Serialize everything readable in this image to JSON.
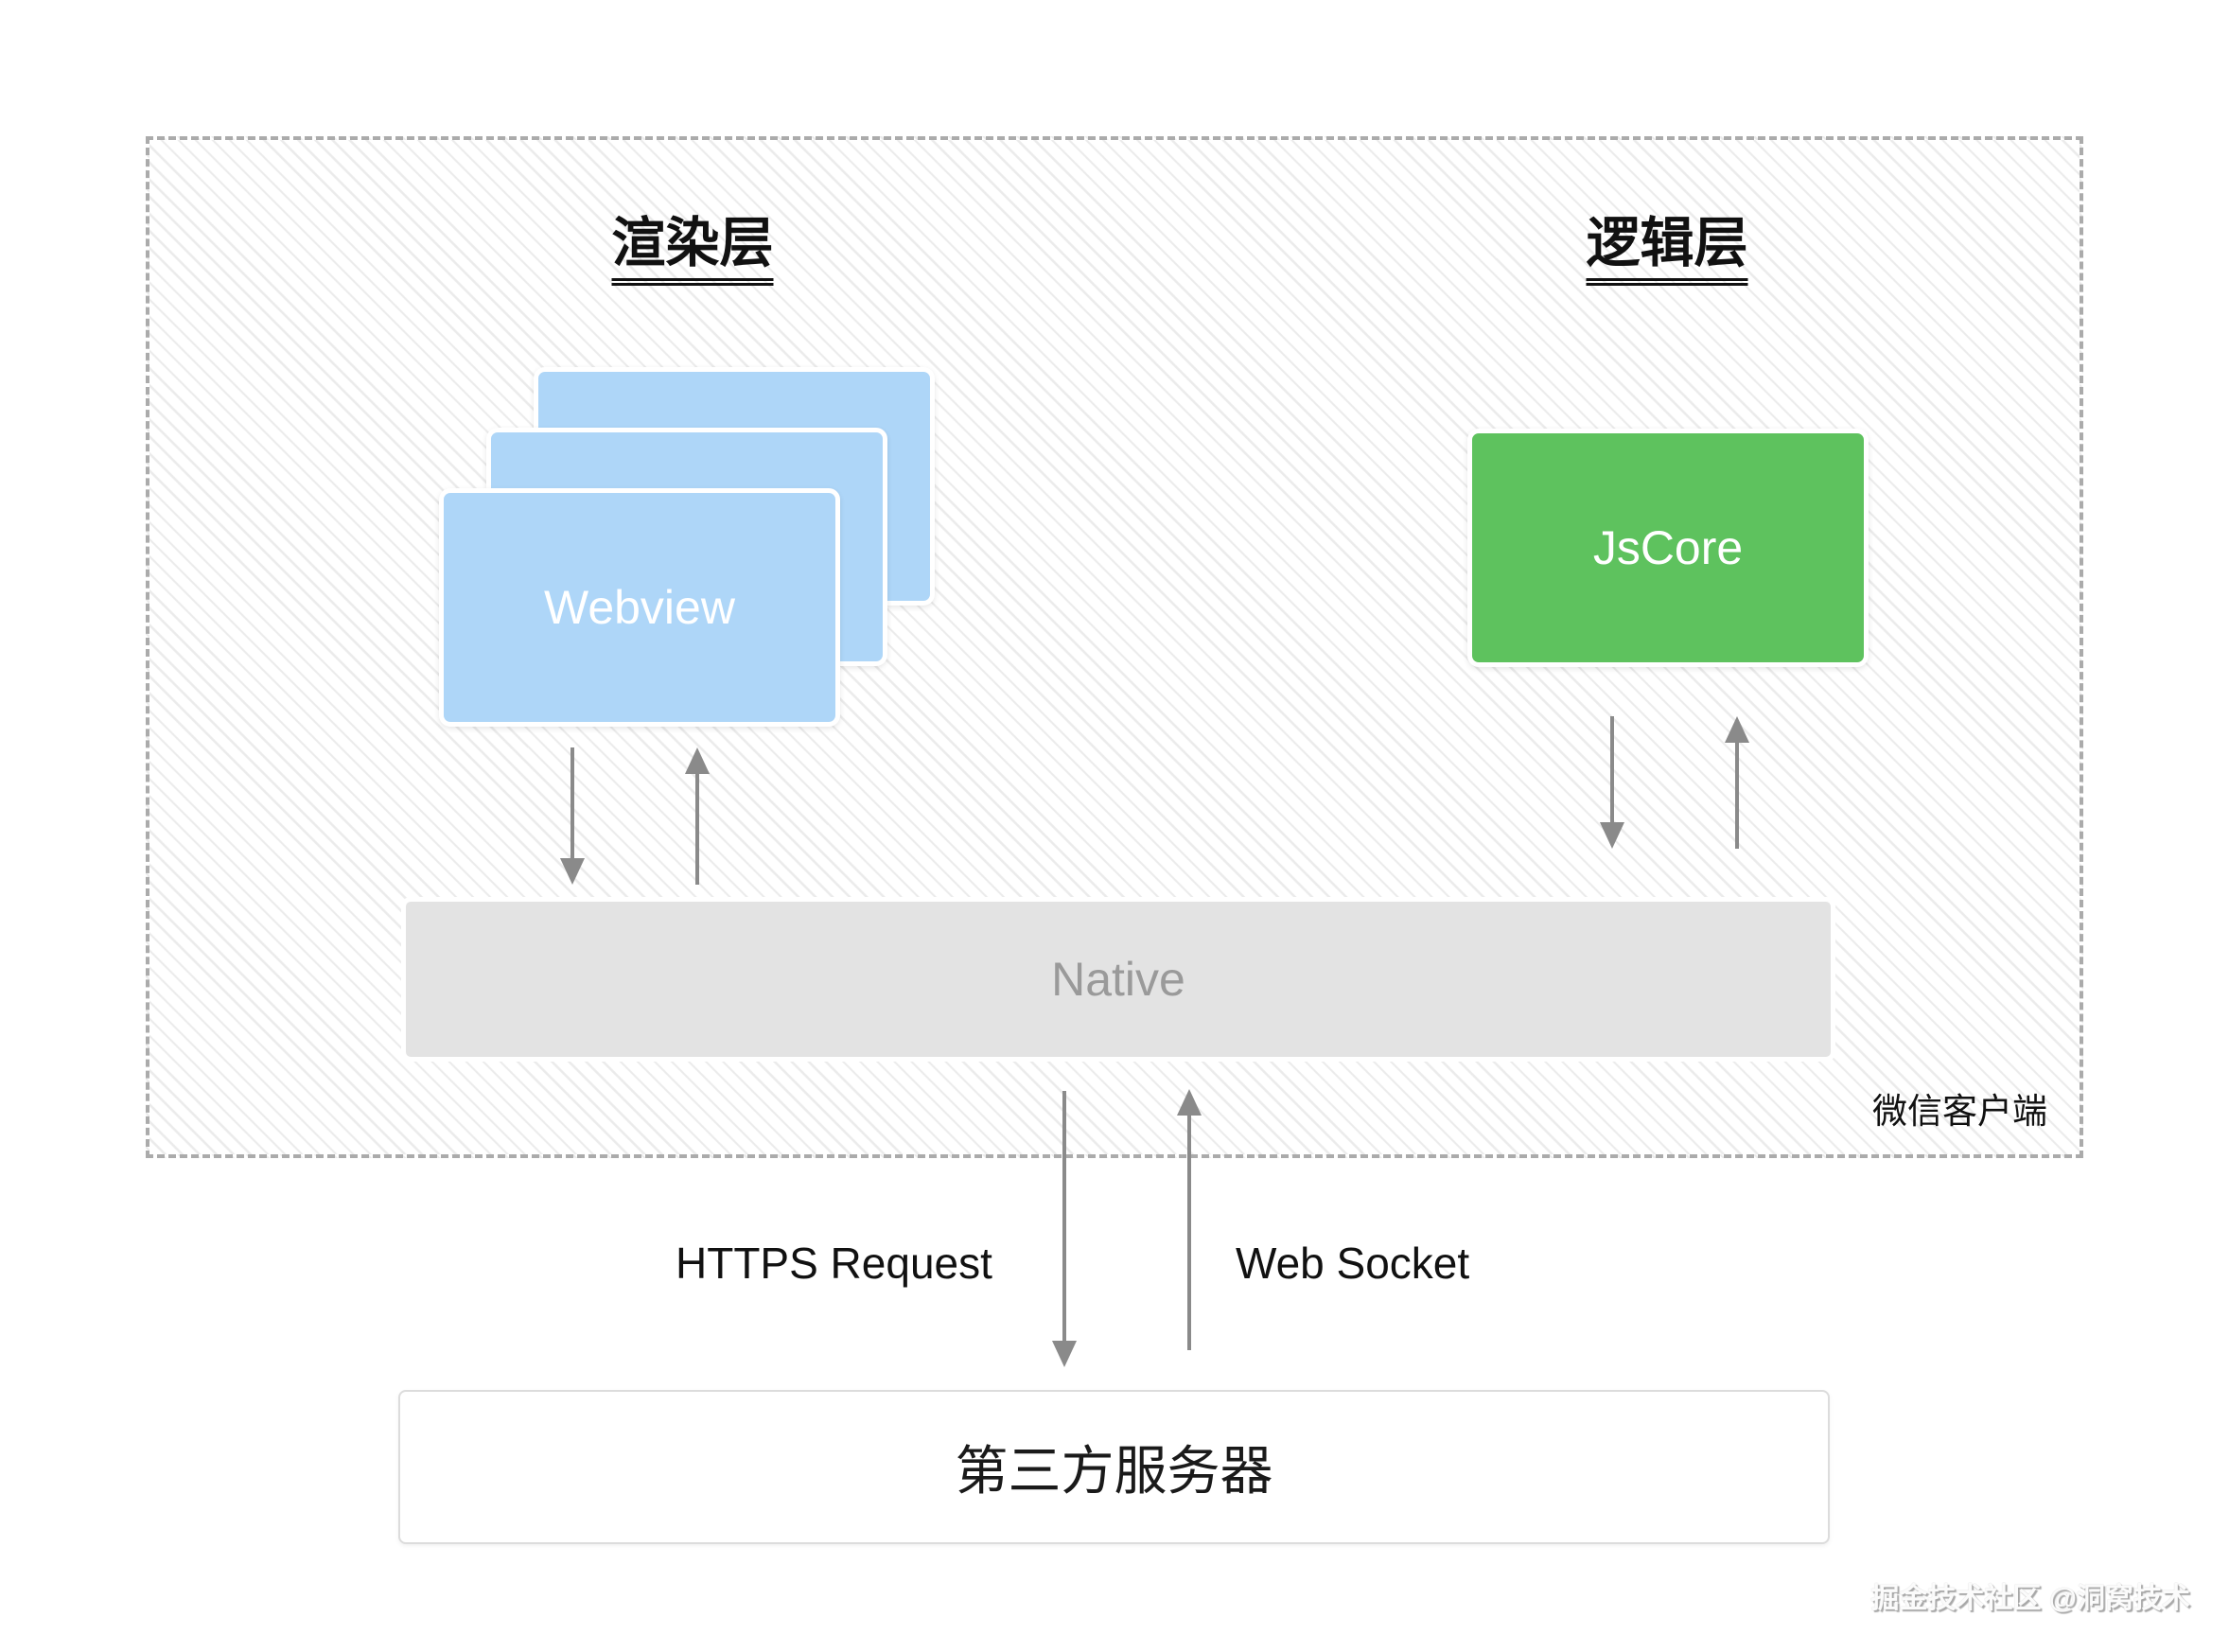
{
  "diagram": {
    "client_box_label": "微信客户端",
    "render_layer": {
      "title": "渲染层",
      "webview_label": "Webview",
      "stacked_cards": 3
    },
    "logic_layer": {
      "title": "逻辑层",
      "jscore_label": "JsCore"
    },
    "native_label": "Native",
    "connections": {
      "https_label": "HTTPS Request",
      "websocket_label": "Web Socket"
    },
    "server_box_label": "第三方服务器",
    "watermark": "掘金技术社区 @洞窝技术",
    "colors": {
      "webview-blue": "#aed6f8",
      "jscore-green": "#5ec25e",
      "native-gray": "#e3e3e3",
      "arrow-gray": "#8a8a8a",
      "hatch-line": "#ebebeb"
    }
  }
}
